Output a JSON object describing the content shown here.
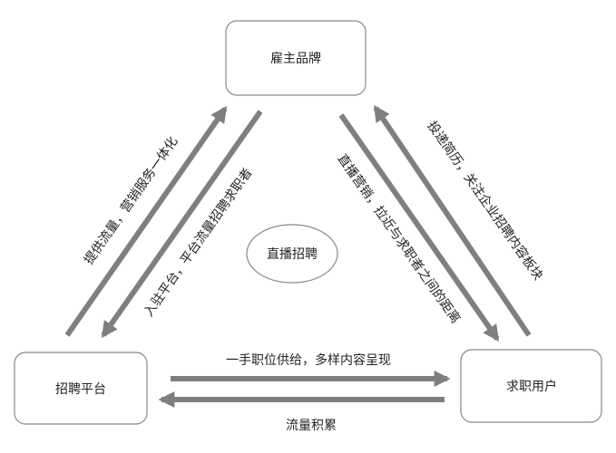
{
  "nodes": {
    "employer_brand": "雇主品牌",
    "recruit_platform": "招聘平台",
    "job_seeker": "求职用户",
    "center": "直播招聘"
  },
  "edges": {
    "platform_to_employer": "提供流量，营销服务一体化",
    "employer_to_platform": "入驻平台，平台流量招聘求职者",
    "employer_to_seeker": "直播营销，拉近与求职者之间的距离",
    "seeker_to_employer": "投递简历，关注企业招聘内容板块",
    "platform_to_seeker": "一手职位供给，多样内容呈现",
    "seeker_to_platform": "流量积累"
  },
  "colors": {
    "arrow": "#7f7f7f",
    "border": "#8a8a8a"
  }
}
